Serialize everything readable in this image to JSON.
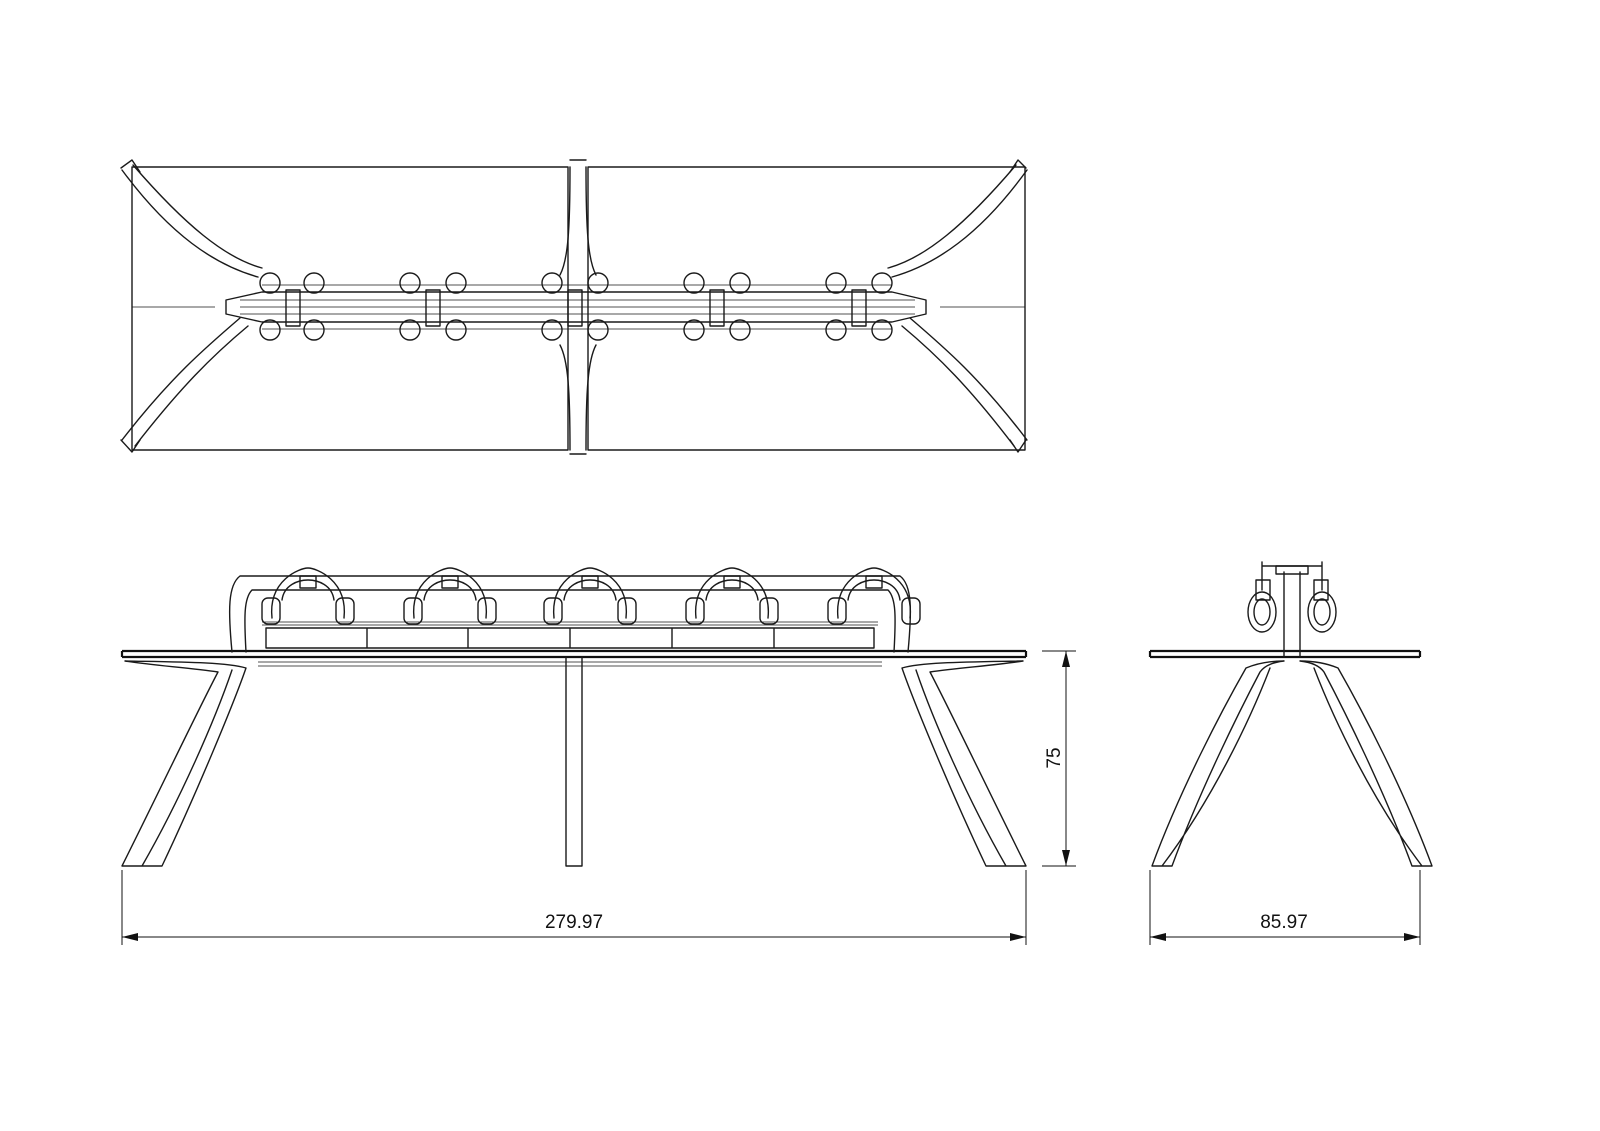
{
  "dimensions": {
    "length": "279.97",
    "depth": "85.97",
    "height": "75"
  },
  "views": [
    {
      "id": "top-view",
      "kind": "plan",
      "workstations": 5
    },
    {
      "id": "front-view",
      "kind": "front elevation",
      "headsets": 5
    },
    {
      "id": "side-view",
      "kind": "side elevation",
      "headsets": 2
    }
  ],
  "colors": {
    "line": "#1a1a1a",
    "background": "#ffffff"
  }
}
